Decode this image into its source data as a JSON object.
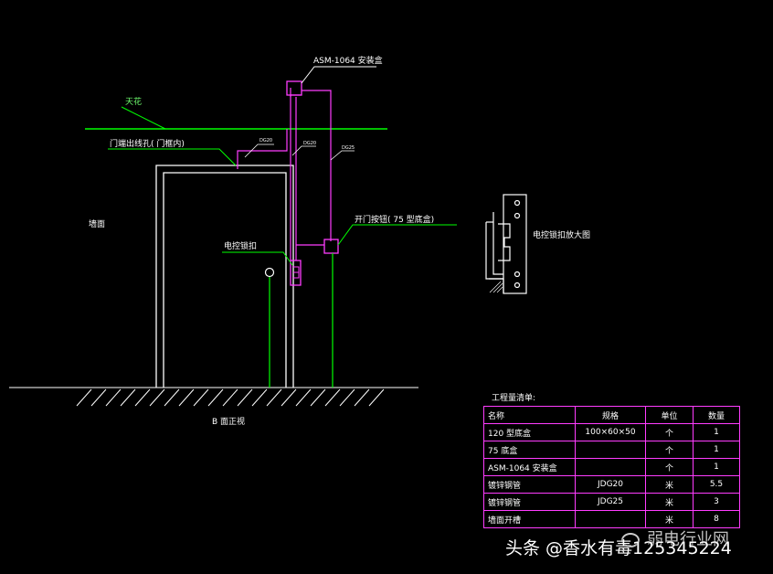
{
  "labels": {
    "ceiling": "天花",
    "box_86_name": "ASM-1064 安装盒",
    "door_frame_note": "门端出线孔( 门框内)",
    "wall": "墙面",
    "pipe_a": "DG20",
    "pipe_b": "DG20",
    "pipe_c": "DG25",
    "door_switch": "开门按钮( 75 型底盒)",
    "electric_lock": "电控锁扣",
    "lock_detail": "电控锁扣放大图",
    "elevation": "B 面正视"
  },
  "bom": {
    "title": "工程量清单:",
    "headers": [
      "名称",
      "规格",
      "单位",
      "数量"
    ],
    "rows": [
      [
        "120 型底盒",
        "100×60×50",
        "个",
        "1"
      ],
      [
        "75 底盒",
        "",
        "个",
        "1"
      ],
      [
        "ASM-1064 安装盒",
        "",
        "个",
        "1"
      ],
      [
        "镀锌钢管",
        "JDG20",
        "米",
        "5.5"
      ],
      [
        "镀锌钢管",
        "JDG25",
        "米",
        "3"
      ],
      [
        "墙面开槽",
        "",
        "米",
        "8"
      ]
    ]
  },
  "watermark": {
    "source": "头条 @香水有毒125345224",
    "site": "弱电行业网"
  },
  "colors": {
    "background": "#000000",
    "line_white": "#ffffff",
    "line_green": "#00ff00",
    "line_magenta": "#ff3cff",
    "table_border": "#ff3cff"
  }
}
